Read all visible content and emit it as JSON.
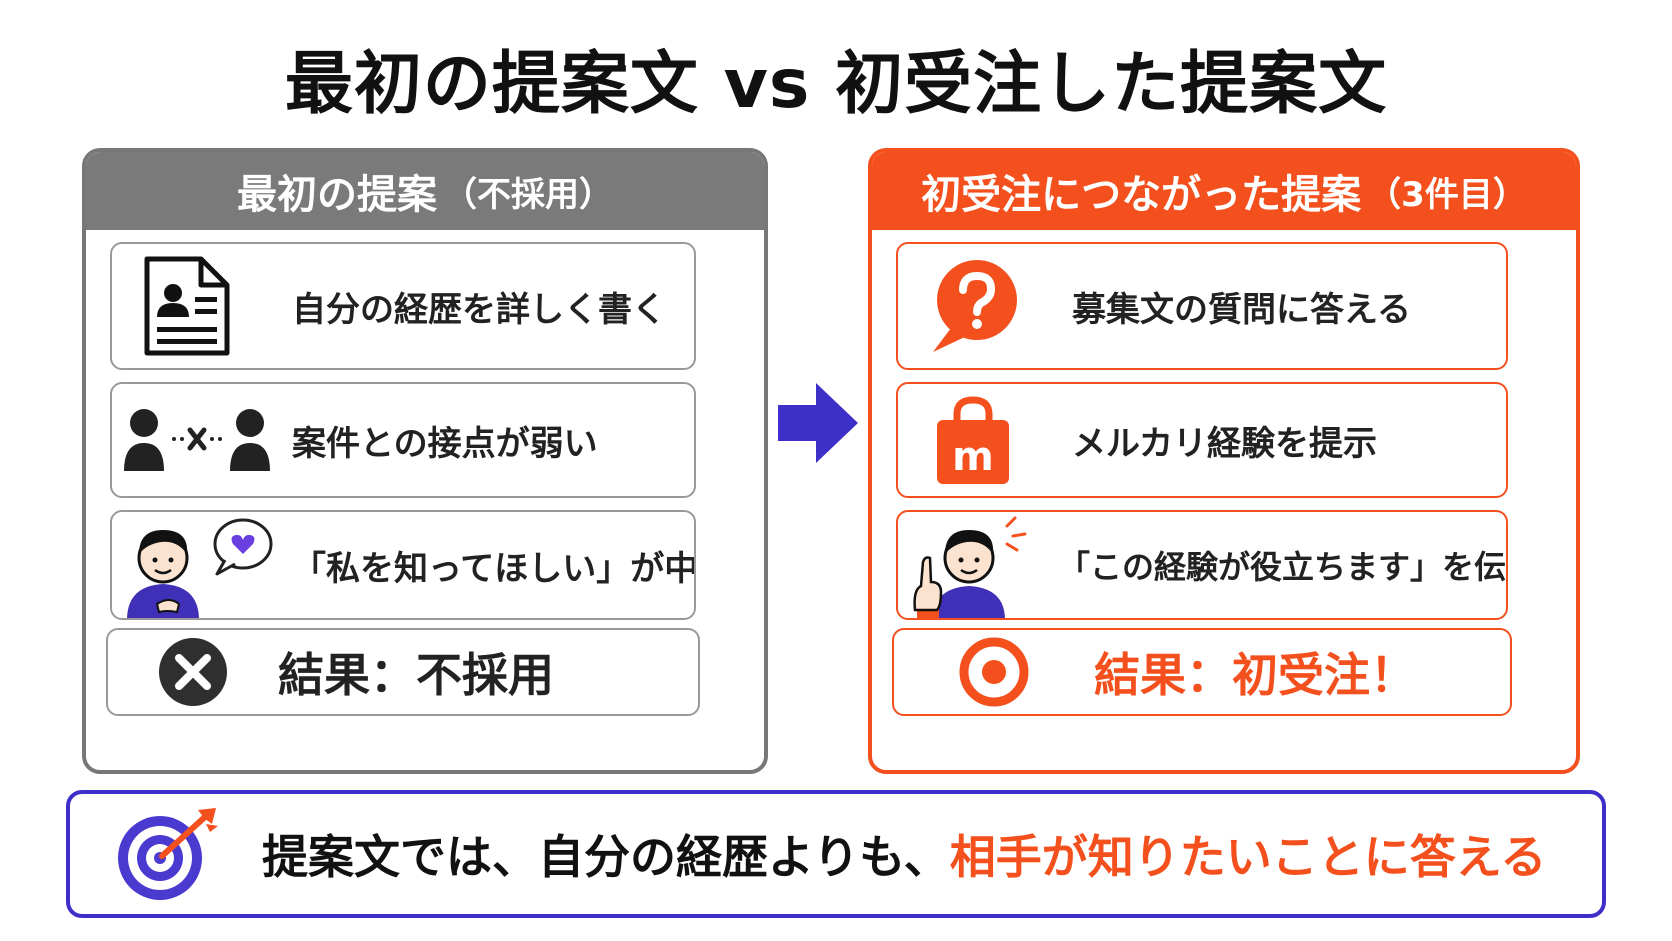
{
  "title": "最初の提案文 vs 初受注した提案文",
  "left": {
    "header": "最初の提案",
    "header_sub": "（不採用）",
    "items": [
      {
        "text": "自分の経歴を詳しく書く",
        "icon": "resume-document-icon"
      },
      {
        "text": "案件との接点が弱い",
        "icon": "disconnected-people-icon"
      },
      {
        "text": "「私を知ってほしい」が中心",
        "icon": "self-focused-person-icon"
      }
    ],
    "result": {
      "text": "結果：不採用",
      "icon": "cross-circle-icon"
    }
  },
  "right": {
    "header": "初受注につながった提案",
    "header_sub": "（3件目）",
    "items": [
      {
        "text": "募集文の質問に答える",
        "icon": "question-bubble-icon"
      },
      {
        "text": "メルカリ経験を提示",
        "icon": "mercari-bag-icon"
      },
      {
        "text": "「この経験が役立ちます」を伝える",
        "icon": "pointing-person-icon"
      }
    ],
    "result": {
      "text": "結果：初受注！",
      "icon": "double-circle-icon"
    }
  },
  "bottom": {
    "text_main": "提案文では、自分の経歴よりも、",
    "text_highlight": "相手が知りたいことに答える",
    "icon": "target-icon"
  },
  "colors": {
    "accent": "#f4501e",
    "gray": "#7a7a7a",
    "purple": "#3f2fc9"
  }
}
